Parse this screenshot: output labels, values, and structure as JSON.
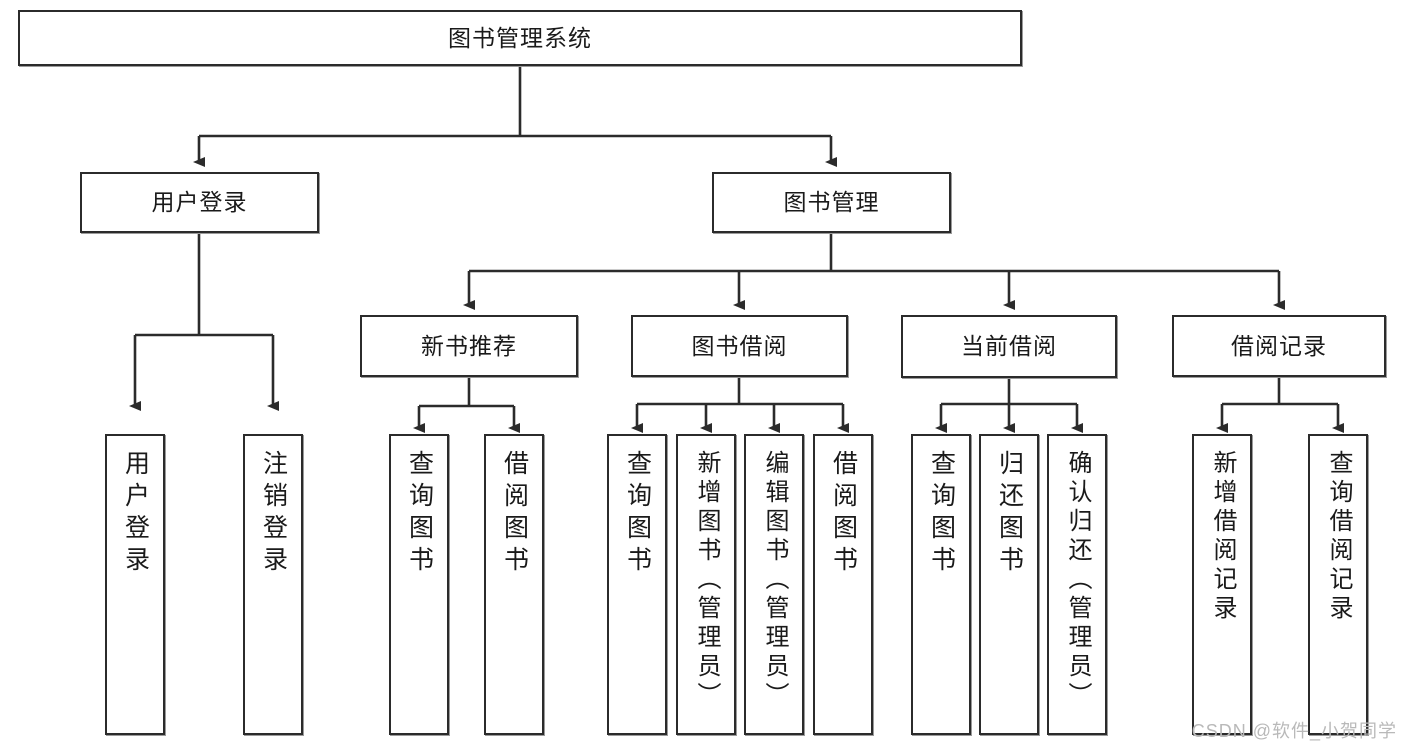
{
  "diagram": {
    "type": "tree-flowchart",
    "title": "图书管理系统",
    "root": {
      "label": "图书管理系统"
    },
    "level1": [
      {
        "id": "user-login",
        "label": "用户登录"
      },
      {
        "id": "book-management",
        "label": "图书管理"
      }
    ],
    "level2": [
      {
        "id": "new-book-recommend",
        "label": "新书推荐",
        "parent": "book-management"
      },
      {
        "id": "book-borrow",
        "label": "图书借阅",
        "parent": "book-management"
      },
      {
        "id": "current-borrow",
        "label": "当前借阅",
        "parent": "book-management"
      },
      {
        "id": "borrow-record",
        "label": "借阅记录",
        "parent": "book-management"
      }
    ],
    "leaves": [
      {
        "id": "leaf-user-login",
        "label": "用户登录",
        "parent": "user-login"
      },
      {
        "id": "leaf-logout",
        "label": "注销登录",
        "parent": "user-login"
      },
      {
        "id": "leaf-query-book-1",
        "label": "查询图书",
        "parent": "new-book-recommend"
      },
      {
        "id": "leaf-borrow-book-1",
        "label": "借阅图书",
        "parent": "new-book-recommend"
      },
      {
        "id": "leaf-query-book-2",
        "label": "查询图书",
        "parent": "book-borrow"
      },
      {
        "id": "leaf-add-book",
        "label": "新增图书（管理员）",
        "parent": "book-borrow"
      },
      {
        "id": "leaf-edit-book",
        "label": "编辑图书（管理员）",
        "parent": "book-borrow"
      },
      {
        "id": "leaf-borrow-book-2",
        "label": "借阅图书",
        "parent": "book-borrow"
      },
      {
        "id": "leaf-query-book-3",
        "label": "查询图书",
        "parent": "current-borrow"
      },
      {
        "id": "leaf-return-book",
        "label": "归还图书",
        "parent": "current-borrow"
      },
      {
        "id": "leaf-confirm-return",
        "label": "确认归还（管理员）",
        "parent": "current-borrow"
      },
      {
        "id": "leaf-add-record",
        "label": "新增借阅记录",
        "parent": "borrow-record"
      },
      {
        "id": "leaf-query-record",
        "label": "查询借阅记录",
        "parent": "borrow-record"
      }
    ],
    "colors": {
      "stroke": "#2b2b2b",
      "fill": "#ffffff",
      "text": "#1a1a1a",
      "watermark": "#b9b9b9"
    }
  },
  "watermark": {
    "text": "CSDN @软件_小贺同学"
  }
}
